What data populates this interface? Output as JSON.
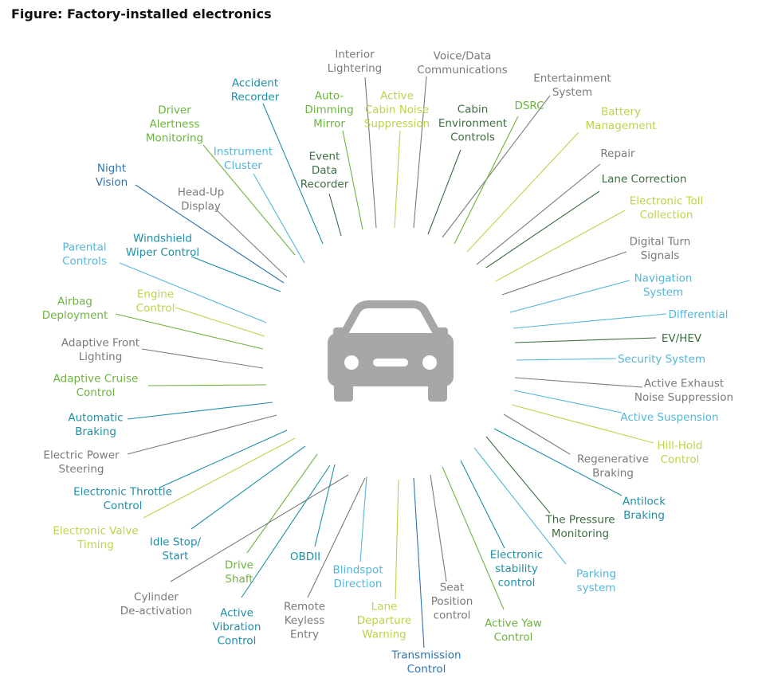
{
  "title": "Figure: Factory-installed electronics",
  "colors": {
    "gray": "#7a7a7a",
    "dark_green": "#3b6e3f",
    "green": "#6db33f",
    "lime": "#bcd34a",
    "light_blue": "#53b6d9",
    "teal": "#1f8fa8",
    "blue": "#2d74b3",
    "car": "#a7a7a7"
  },
  "car_icon": "car-front-icon",
  "items": [
    {
      "text": "Accident\nRecorder",
      "color": "teal"
    },
    {
      "text": "Interior\nLightering",
      "color": "gray"
    },
    {
      "text": "Voice/Data\nCommunications",
      "color": "gray"
    },
    {
      "text": "Entertainment\nSystem",
      "color": "gray"
    },
    {
      "text": "Driver\nAlertness\nMonitoring",
      "color": "green"
    },
    {
      "text": "Auto-\nDimming\nMirror",
      "color": "green"
    },
    {
      "text": "Active\nCabin Noise\nSuppression",
      "color": "lime"
    },
    {
      "text": "Cabin\nEnvironment\nControls",
      "color": "dark_green"
    },
    {
      "text": "DSRC",
      "color": "green"
    },
    {
      "text": "Battery\nManagement",
      "color": "lime"
    },
    {
      "text": "Instrument\nCluster",
      "color": "light_blue"
    },
    {
      "text": "Night\nVision",
      "color": "blue"
    },
    {
      "text": "Event\nData\nRecorder",
      "color": "dark_green"
    },
    {
      "text": "Repair",
      "color": "gray"
    },
    {
      "text": "Head-Up\nDisplay",
      "color": "gray"
    },
    {
      "text": "Lane Correction",
      "color": "dark_green"
    },
    {
      "text": "Electronic Toll\nCollection",
      "color": "lime"
    },
    {
      "text": "Windshield\nWiper Control",
      "color": "teal"
    },
    {
      "text": "Parental\nControls",
      "color": "light_blue"
    },
    {
      "text": "Digital Turn\nSignals",
      "color": "gray"
    },
    {
      "text": "Navigation\nSystem",
      "color": "light_blue"
    },
    {
      "text": "Engine\nControl",
      "color": "lime"
    },
    {
      "text": "Airbag\nDeployment",
      "color": "green"
    },
    {
      "text": "Differential",
      "color": "light_blue"
    },
    {
      "text": "EV/HEV",
      "color": "dark_green"
    },
    {
      "text": "Adaptive Front\nLighting",
      "color": "gray"
    },
    {
      "text": "Security System",
      "color": "light_blue"
    },
    {
      "text": "Adaptive Cruise\nControl",
      "color": "green"
    },
    {
      "text": "Active Exhaust\nNoise Suppression",
      "color": "gray"
    },
    {
      "text": "Automatic\nBraking",
      "color": "teal"
    },
    {
      "text": "Active Suspension",
      "color": "light_blue"
    },
    {
      "text": "Hill-Hold\nControl",
      "color": "lime"
    },
    {
      "text": "Electric Power\nSteering",
      "color": "gray"
    },
    {
      "text": "Regenerative\nBraking",
      "color": "gray"
    },
    {
      "text": "Electronic Throttle\nControl",
      "color": "teal"
    },
    {
      "text": "Antilock\nBraking",
      "color": "teal"
    },
    {
      "text": "The Pressure\nMonitoring",
      "color": "dark_green"
    },
    {
      "text": "Electronic Valve\nTiming",
      "color": "lime"
    },
    {
      "text": "Idle Stop/\nStart",
      "color": "teal"
    },
    {
      "text": "Electronic\nstability\ncontrol",
      "color": "teal"
    },
    {
      "text": "Parking\nsystem",
      "color": "light_blue"
    },
    {
      "text": "Drive\nShaft",
      "color": "green"
    },
    {
      "text": "OBDII",
      "color": "teal"
    },
    {
      "text": "Blindspot\nDirection",
      "color": "light_blue"
    },
    {
      "text": "Seat\nPosition\ncontrol",
      "color": "gray"
    },
    {
      "text": "Cylinder\nDe-activation",
      "color": "gray"
    },
    {
      "text": "Active Yaw\nControl",
      "color": "green"
    },
    {
      "text": "Active\nVibration\nControl",
      "color": "teal"
    },
    {
      "text": "Remote\nKeyless\nEntry",
      "color": "gray"
    },
    {
      "text": "Lane\nDeparture\nWarning",
      "color": "lime"
    },
    {
      "text": "Transmission\nControl",
      "color": "blue"
    }
  ]
}
